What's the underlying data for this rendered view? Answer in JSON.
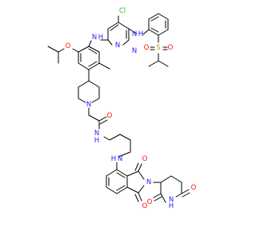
{
  "colors": {
    "bond": "#000000",
    "nitrogen": "#1f1fff",
    "oxygen": "#ff0d0d",
    "chlorine": "#1fbf1f",
    "sulfur": "#b3a200",
    "background": "#ffffff"
  },
  "atoms": {
    "cl": "Cl",
    "pyrimidine_n_top": "N",
    "pyrimidine_n_bottom": "N",
    "nh_left": "N",
    "h_left": "H",
    "nh_right": "N",
    "h_right": "H",
    "sulfonyl_s": "S",
    "sulfonyl_o_left": "O",
    "sulfonyl_o_right": "O",
    "ether_o": "O",
    "piperidine_n": "N",
    "amide_o": "O",
    "amide_nh": "N",
    "amide_h": "H",
    "linker_nh": "N",
    "linker_h": "H",
    "imide_o_top": "O",
    "imide_n": "N",
    "imide_o_bottom": "O",
    "glutarimide_o_top": "O",
    "glutarimide_nh": "N",
    "glutarimide_h": "H",
    "glutarimide_o_bottom": "O"
  }
}
